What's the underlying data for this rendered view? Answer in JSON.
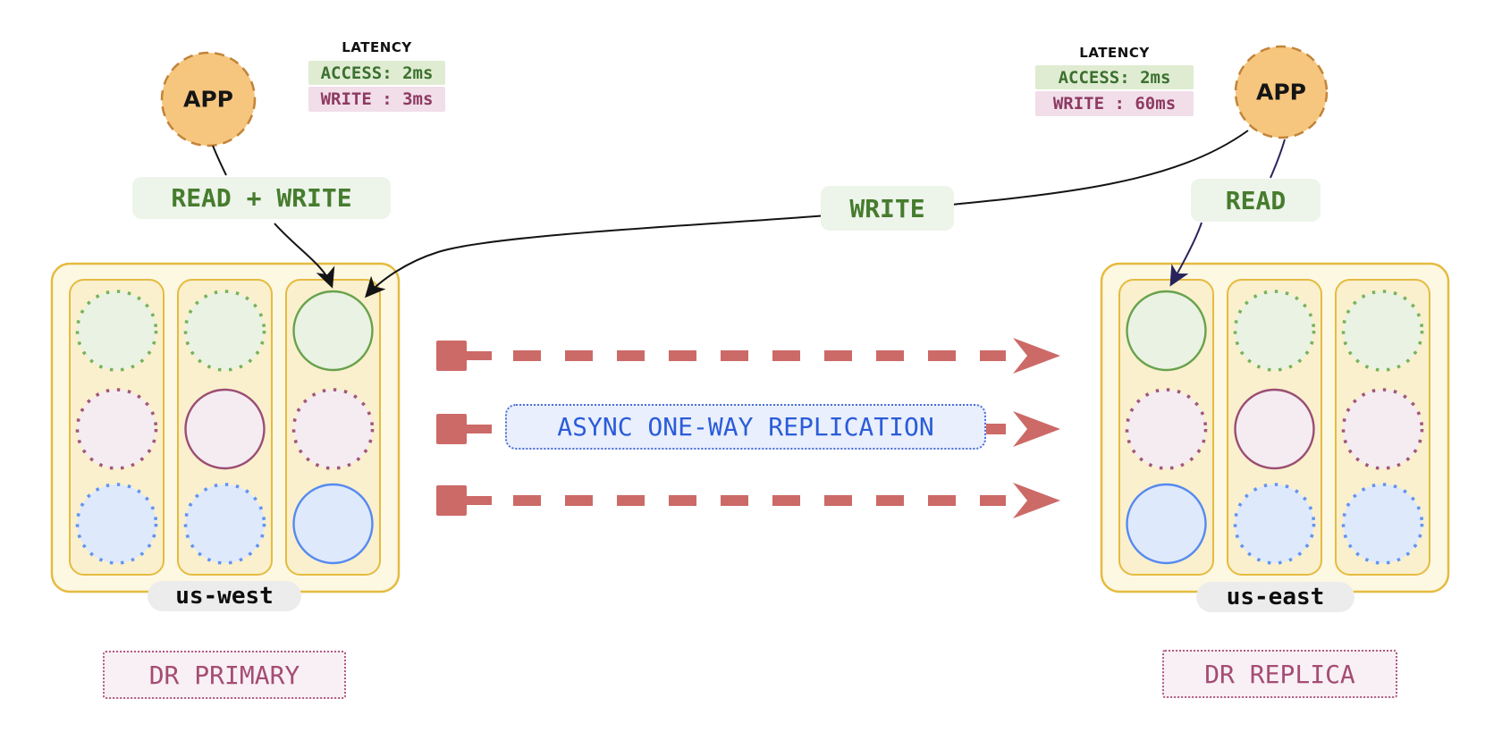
{
  "title": "Cross-region DR replication diagram",
  "apps": {
    "west": {
      "label": "APP"
    },
    "east": {
      "label": "APP"
    }
  },
  "latency": {
    "west": {
      "title": "LATENCY",
      "rows": [
        {
          "text": "ACCESS: 2ms"
        },
        {
          "text": "WRITE : 3ms"
        }
      ]
    },
    "east": {
      "title": "LATENCY",
      "rows": [
        {
          "text": "ACCESS: 2ms"
        },
        {
          "text": "WRITE : 60ms"
        }
      ]
    }
  },
  "flow_labels": {
    "read_write": "READ + WRITE",
    "write": "WRITE",
    "read": "READ"
  },
  "replication": {
    "label": "ASYNC ONE-WAY REPLICATION",
    "arrow_count": 3,
    "color": "#cc6a67"
  },
  "clusters": {
    "west": {
      "region": "us-west",
      "role": "DR PRIMARY",
      "columns": [
        [
          "green-dotted",
          "purple-dotted",
          "blue-dotted"
        ],
        [
          "green-dotted",
          "purple-solid",
          "blue-dotted"
        ],
        [
          "green-solid",
          "purple-dotted",
          "blue-solid"
        ]
      ]
    },
    "east": {
      "region": "us-east",
      "role": "DR REPLICA",
      "columns": [
        [
          "green-solid",
          "purple-dotted",
          "blue-solid"
        ],
        [
          "green-dotted",
          "purple-solid",
          "blue-dotted"
        ],
        [
          "green-dotted",
          "purple-dotted",
          "blue-dotted"
        ]
      ]
    }
  },
  "node_colors": {
    "green": {
      "fill": "#eaf2e3",
      "solid": "#68a24c",
      "dotted": "#77b25c"
    },
    "purple": {
      "fill": "#f4ecf1",
      "solid": "#9b4d74",
      "dotted": "#a1567c"
    },
    "blue": {
      "fill": "#dfe9fc",
      "solid": "#568af0",
      "dotted": "#6194f2"
    }
  },
  "palette": {
    "cluster_fill": "#fdf8e2",
    "cluster_stroke": "#e5bb40",
    "column_fill": "#faf0cd",
    "app_fill": "#f6c67e",
    "app_stroke": "#c28438",
    "connector_dark": "#141414",
    "connector_navy": "#29235c",
    "accent_green": "#467c2e",
    "accent_blue": "#2b5cd9",
    "accent_maroon": "#a54c74"
  }
}
